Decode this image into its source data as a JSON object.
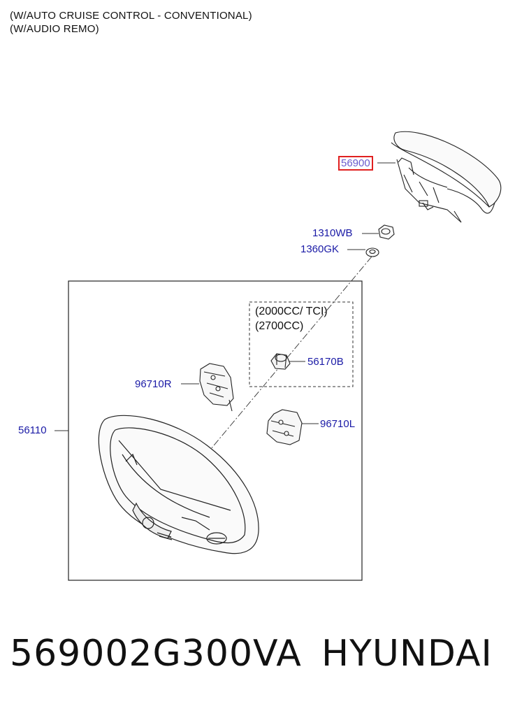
{
  "header": {
    "line1": "(W/AUTO CRUISE CONTROL - CONVENTIONAL)",
    "line2": "(W/AUDIO REMO)"
  },
  "note": {
    "line1": "(2000CC/ TCI)",
    "line2": "(2700CC)"
  },
  "callouts": {
    "airbag": "56900",
    "nut": "1310WB",
    "washer": "1360GK",
    "damper": "56170B",
    "switch_right": "96710R",
    "switch_left": "96710L",
    "wheel": "56110"
  },
  "footer": {
    "part_number": "569002G300VA",
    "brand": "HYUNDAI"
  },
  "colors": {
    "callout_text": "#1a1aa6",
    "highlight_border": "#e02020",
    "highlight_text": "#6a5acd"
  }
}
